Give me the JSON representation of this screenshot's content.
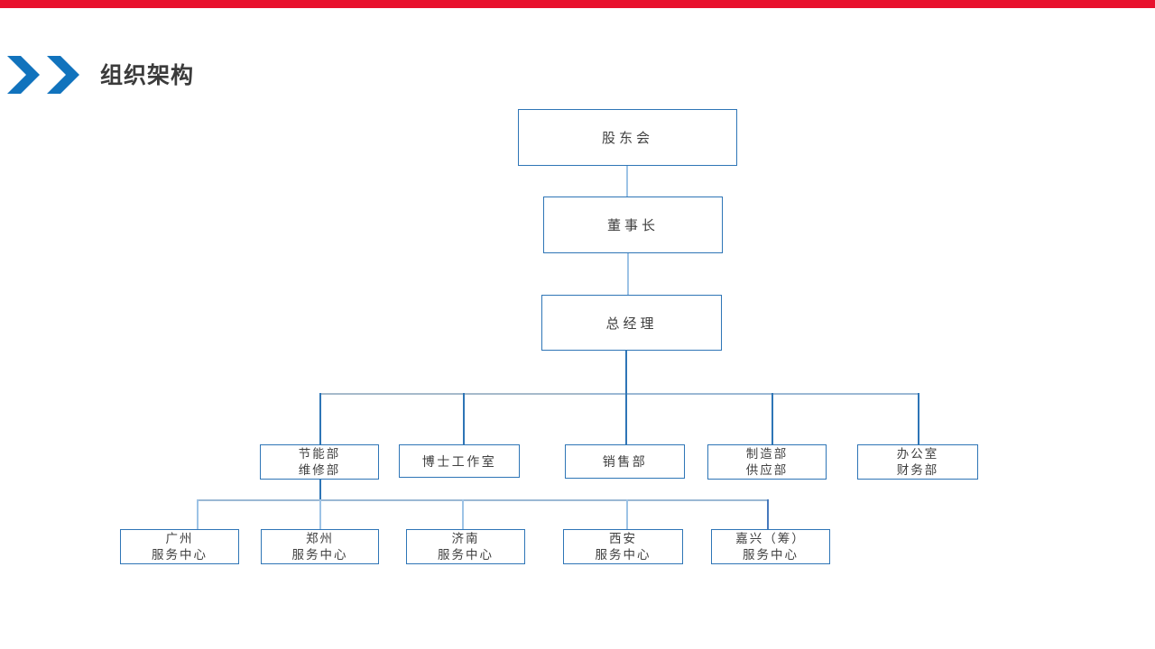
{
  "slide": {
    "title": "组织架构",
    "colors": {
      "top_bar": "#e8112d",
      "chevron": "#1173bd",
      "box_border": "#2e75b6",
      "box_text": "#404040",
      "connector_dark": "#2e75b6",
      "connector_light": "#9dc3e6",
      "connector_gray": "#a6bacb"
    }
  },
  "org_chart": {
    "type": "org-hierarchy-diagram",
    "level1": {
      "label": "股东会"
    },
    "level2": {
      "label": "董事长"
    },
    "level3": {
      "label": "总经理"
    },
    "level4": [
      {
        "lines": [
          "节能部",
          "维修部"
        ]
      },
      {
        "lines": [
          "博士工作室"
        ]
      },
      {
        "lines": [
          "销售部"
        ]
      },
      {
        "lines": [
          "制造部",
          "供应部"
        ]
      },
      {
        "lines": [
          "办公室",
          "财务部"
        ]
      }
    ],
    "level5": [
      {
        "lines": [
          "广州",
          "服务中心"
        ]
      },
      {
        "lines": [
          "郑州",
          "服务中心"
        ]
      },
      {
        "lines": [
          "济南",
          "服务中心"
        ]
      },
      {
        "lines": [
          "西安",
          "服务中心"
        ]
      },
      {
        "lines": [
          "嘉兴（筹）",
          "服务中心"
        ]
      }
    ]
  }
}
